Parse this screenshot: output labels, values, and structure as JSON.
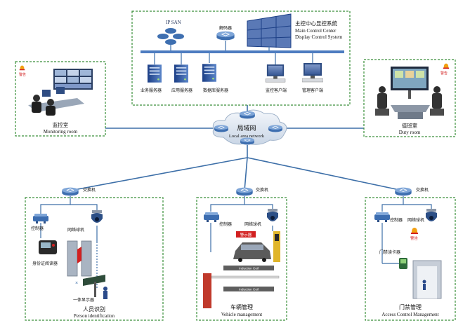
{
  "main_center": {
    "title_cn": "主控中心显控系统",
    "title_en_1": "Main Control Center",
    "title_en_2": "Display Control System",
    "ip_san": "IP SAN",
    "switch_label": "解码器",
    "servers": [
      "业务服务器",
      "应用服务器",
      "数据库服务器"
    ],
    "clients": [
      "监控客户端",
      "管理客户端"
    ]
  },
  "lan": {
    "cn": "局域网",
    "en": "Local area network"
  },
  "monitoring_room": {
    "cn": "监控室",
    "en": "Monitoring room",
    "alarm": "警告"
  },
  "duty_room": {
    "cn": "值班室",
    "en": "Duty room",
    "alarm": "警告"
  },
  "person_identification": {
    "switch": "交换机",
    "controller": "控制器",
    "camera": "网络球机",
    "id_reader": "身份证阅读器",
    "face_display": "一体显示器",
    "cn": "人员识别",
    "en": "Person identification"
  },
  "vehicle_management": {
    "switch": "交换机",
    "controller": "控制器",
    "camera": "网络球机",
    "alarm": "警示器",
    "coil_1": "Induction Coil",
    "coil_2": "Induction Coil",
    "cn": "车辆管理",
    "en": "Vehicle management"
  },
  "access_control": {
    "switch": "交换机",
    "controller": "控制器",
    "camera": "网络球机",
    "alarm": "警告",
    "card_reader": "门禁读卡器",
    "cn": "门禁管理",
    "en": "Access Control Management"
  },
  "colors": {
    "frame": "#3a8f3a",
    "link": "#3d6fa8",
    "accent": "#d22020"
  }
}
